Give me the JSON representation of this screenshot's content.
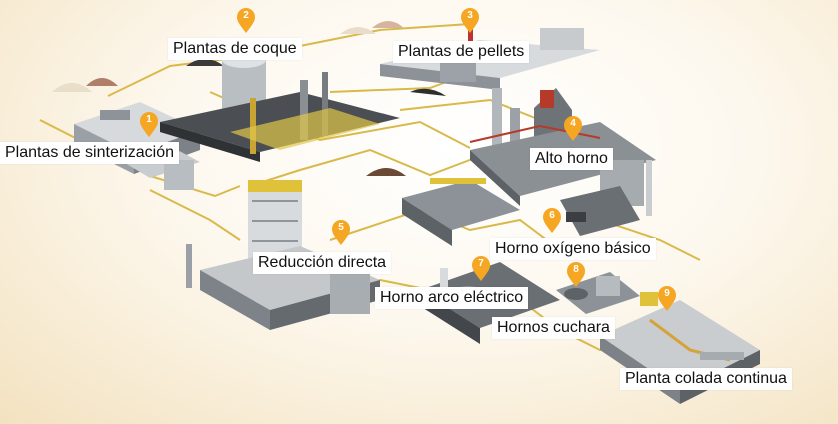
{
  "colors": {
    "pin": "#f5a623",
    "connector": "#d9b94a",
    "building_light": "#cfd3d6",
    "building_dark": "#5c6166",
    "accent_yellow": "#e8c23a"
  },
  "stages": [
    {
      "number": "1",
      "label": "Plantas de sinterización",
      "icon": "sinter-plant-icon"
    },
    {
      "number": "2",
      "label": "Plantas de coque",
      "icon": "coke-plant-icon"
    },
    {
      "number": "3",
      "label": "Plantas de pellets",
      "icon": "pellet-plant-icon"
    },
    {
      "number": "4",
      "label": "Alto horno",
      "icon": "blast-furnace-icon"
    },
    {
      "number": "5",
      "label": "Reducción directa",
      "icon": "direct-reduction-icon"
    },
    {
      "number": "6",
      "label": "Horno oxígeno básico",
      "icon": "basic-oxygen-furnace-icon"
    },
    {
      "number": "7",
      "label": "Horno arco eléctrico",
      "icon": "electric-arc-furnace-icon"
    },
    {
      "number": "8",
      "label": "Hornos cuchara",
      "icon": "ladle-furnace-icon"
    },
    {
      "number": "9",
      "label": "Planta colada continua",
      "icon": "continuous-casting-icon"
    }
  ]
}
